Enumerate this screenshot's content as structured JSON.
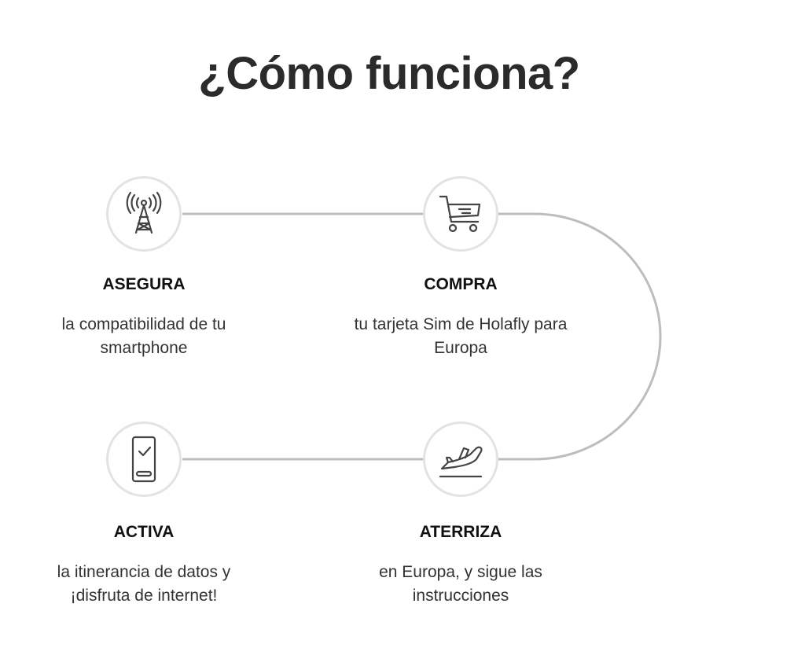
{
  "title": "¿Cómo funciona?",
  "steps": [
    {
      "icon": "cell-tower-icon",
      "title": "ASEGURA",
      "desc_lines": [
        "la compatibilidad de tu",
        "smartphone"
      ]
    },
    {
      "icon": "shopping-cart-icon",
      "title": "COMPRA",
      "desc_lines": [
        "tu tarjeta Sim de Holafly para",
        "Europa"
      ]
    },
    {
      "icon": "smartphone-check-icon",
      "title": "ACTIVA",
      "desc_lines": [
        "la itinerancia de datos y",
        "¡disfruta de internet!"
      ]
    },
    {
      "icon": "airplane-landing-icon",
      "title": "ATERRIZA",
      "desc_lines": [
        "en Europa, y sigue las",
        "instrucciones"
      ]
    }
  ],
  "colors": {
    "connector": "#bdbdbd",
    "circle_border": "#e3e3e3",
    "icon_stroke": "#444444"
  }
}
